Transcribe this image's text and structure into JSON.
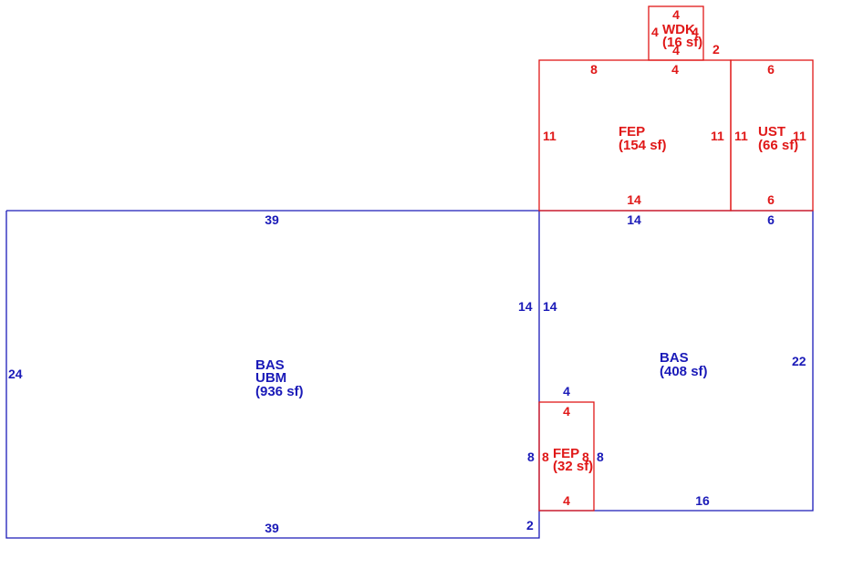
{
  "colors": {
    "living": "#1a1ab8",
    "other": "#e01818"
  },
  "areas": [
    {
      "id": "bas-main",
      "kind": "living",
      "lines": [
        "BAS",
        "UBM",
        "(936 sf)"
      ],
      "dims": [
        "39",
        "39",
        "24",
        "14",
        "2"
      ]
    },
    {
      "id": "bas-right",
      "kind": "living",
      "lines": [
        "BAS",
        "(408 sf)"
      ],
      "dims": [
        "14",
        "6",
        "22",
        "16",
        "14",
        "4",
        "8"
      ]
    },
    {
      "id": "fep-top",
      "kind": "other",
      "lines": [
        "FEP",
        "(154 sf)"
      ],
      "dims": [
        "8",
        "4",
        "11",
        "11",
        "14"
      ]
    },
    {
      "id": "ust",
      "kind": "other",
      "lines": [
        "UST",
        "(66 sf)"
      ],
      "dims": [
        "6",
        "11",
        "11",
        "6"
      ]
    },
    {
      "id": "wdk",
      "kind": "other",
      "lines": [
        "WDK",
        "(16 sf)"
      ],
      "dims": [
        "4",
        "4",
        "4",
        "4",
        "2"
      ]
    },
    {
      "id": "fep-small",
      "kind": "other",
      "lines": [
        "FEP",
        "(32 sf)"
      ],
      "dims": [
        "4",
        "4",
        "8",
        "8"
      ]
    }
  ]
}
